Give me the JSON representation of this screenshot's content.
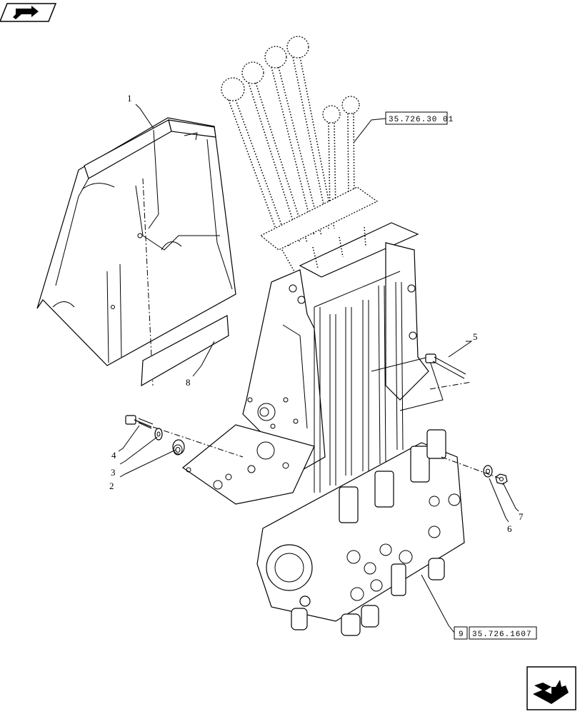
{
  "nav": {
    "prev_icon": "arrow-back-icon",
    "next_icon": "arrow-forward-icon"
  },
  "callouts": [
    "1",
    "2",
    "3",
    "4",
    "5",
    "6",
    "7",
    "8"
  ],
  "references": {
    "levers": "35.726.30 01",
    "valve_number": "9",
    "valve": "35.726.1607"
  }
}
